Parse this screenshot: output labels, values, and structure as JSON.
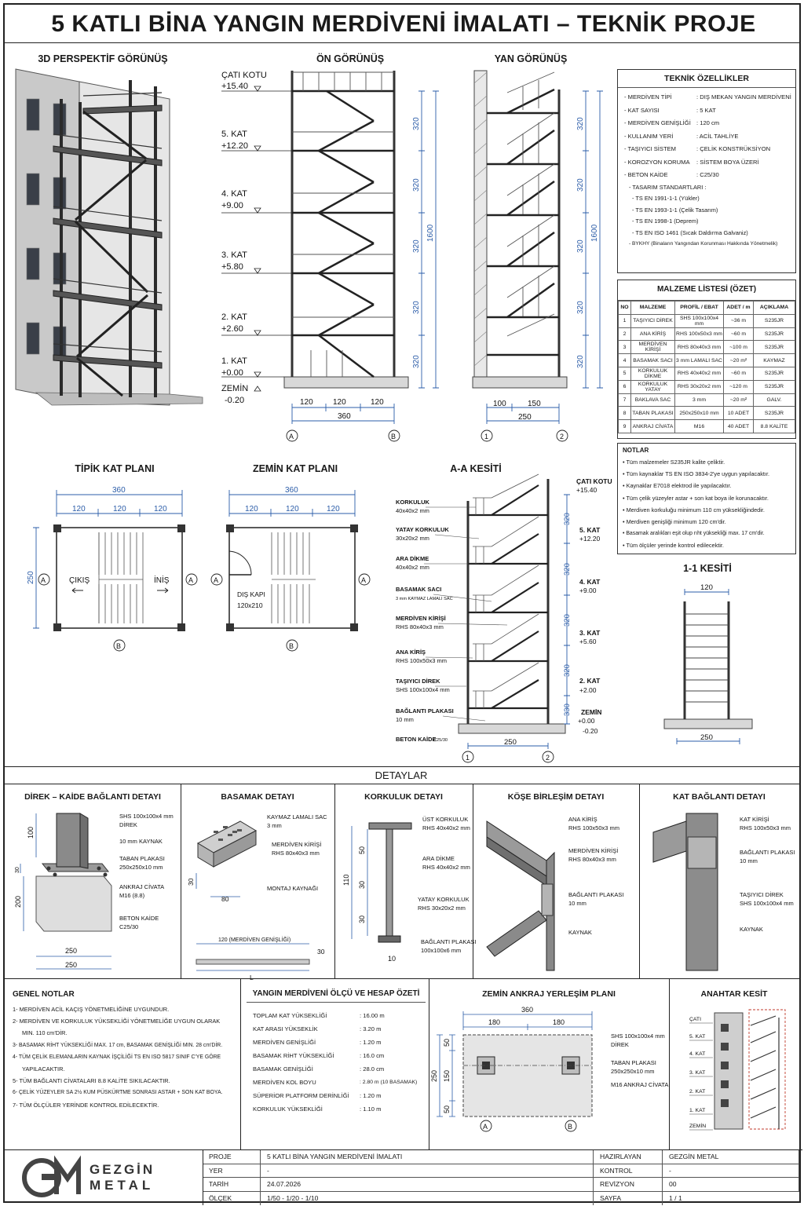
{
  "title": "5 KATLI BİNA YANGIN MERDİVENİ İMALATI – TEKNİK PROJE",
  "views": {
    "perspective": "3D PERSPEKTİF GÖRÜNÜŞ",
    "front": "ÖN GÖRÜNÜŞ",
    "side": "YAN GÖRÜNÜŞ",
    "typical_plan": "TİPİK KAT PLANI",
    "ground_plan": "ZEMİN KAT PLANI",
    "section_aa": "A-A KESİTİ",
    "section_11": "1-1 KESİTİ"
  },
  "levels": [
    {
      "name": "ÇATI KOTU",
      "elev": "+15.40"
    },
    {
      "name": "5. KAT",
      "elev": "+12.20"
    },
    {
      "name": "4. KAT",
      "elev": "+9.00"
    },
    {
      "name": "3. KAT",
      "elev": "+5.80"
    },
    {
      "name": "2. KAT",
      "elev": "+2.60"
    },
    {
      "name": "1. KAT",
      "elev": "+0.00"
    },
    {
      "name": "ZEMİN",
      "elev": "-0.20"
    }
  ],
  "section_levels": [
    {
      "name": "ÇATI KOTU",
      "elev": "+15.40"
    },
    {
      "name": "5. KAT",
      "elev": "+12.20"
    },
    {
      "name": "4. KAT",
      "elev": "+9.00"
    },
    {
      "name": "3. KAT",
      "elev": "+5.60"
    },
    {
      "name": "2. KAT",
      "elev": "+2.00"
    },
    {
      "name": "ZEMİN",
      "elev": "+0.00"
    },
    {
      "name": "",
      "elev": "-0.20"
    }
  ],
  "dims": {
    "floor": "320",
    "total": "1600",
    "front_bays": [
      "120",
      "120",
      "120"
    ],
    "front_total": "360",
    "side_bays": [
      "100",
      "150"
    ],
    "side_total": "250",
    "plan_depth": "250",
    "sec_bottom": "250",
    "sec11_width": "120",
    "sec11_bottom": "250",
    "sec_lowest": "330"
  },
  "axes": {
    "a": "A",
    "b": "B",
    "one": "1",
    "two": "2"
  },
  "plan_labels": {
    "exit": "ÇIKIŞ",
    "down": "İNİŞ",
    "door": "DIŞ KAPI",
    "door_size": "120x210"
  },
  "section_labels": [
    {
      "name": "KORKULUK",
      "spec": "40x40x2 mm"
    },
    {
      "name": "YATAY KORKULUK",
      "spec": "30x20x2 mm"
    },
    {
      "name": "ARA DİKME",
      "spec": "40x40x2 mm"
    },
    {
      "name": "BASAMAK SACI",
      "spec": "3 mm KAYMAZ LAMALI SAC"
    },
    {
      "name": "MERDİVEN KİRİŞİ",
      "spec": "RHS 80x40x3 mm"
    },
    {
      "name": "ANA KİRİŞ",
      "spec": "RHS 100x50x3 mm"
    },
    {
      "name": "TAŞIYICI DİREK",
      "spec": "SHS 100x100x4 mm"
    },
    {
      "name": "BAĞLANTI PLAKASI",
      "spec": "10 mm"
    },
    {
      "name": "BETON KAİDE",
      "spec": "C25/30"
    }
  ],
  "specs": {
    "title": "TEKNİK ÖZELLİKLER",
    "rows": [
      {
        "k": "MERDİVEN TİPİ",
        "v": ": DIŞ MEKAN YANGIN MERDİVENİ"
      },
      {
        "k": "KAT SAYISI",
        "v": ": 5 KAT"
      },
      {
        "k": "MERDİVEN GENİŞLİĞİ",
        "v": ": 120 cm"
      },
      {
        "k": "KULLANIM YERİ",
        "v": ": ACİL TAHLİYE"
      },
      {
        "k": "TAŞIYICI SİSTEM",
        "v": ": ÇELİK KONSTRÜKSİYON"
      },
      {
        "k": "KOROZYON KORUMA",
        "v": ": SİSTEM BOYA ÜZERİ"
      },
      {
        "k": "BETON KAİDE",
        "v": ": C25/30"
      }
    ],
    "std_title": "- TASARIM STANDARTLARI :",
    "standards": [
      "- TS EN 1991-1-1 (Yükler)",
      "- TS EN 1993-1-1 (Çelik Tasarım)",
      "- TS EN 1998-1 (Deprem)",
      "- TS EN ISO 1461 (Sıcak Daldırma Galvaniz)"
    ],
    "bykhy": "- BYKHY (Binaların Yangından Korunması Hakkında Yönetmelik)"
  },
  "materials": {
    "title": "MALZEME LİSTESİ (ÖZET)",
    "headers": [
      "NO",
      "MALZEME",
      "PROFİL / EBAT",
      "ADET / m",
      "AÇIKLAMA"
    ],
    "rows": [
      [
        "1",
        "TAŞIYICI DİREK",
        "SHS 100x100x4 mm",
        "~36 m",
        "S235JR"
      ],
      [
        "2",
        "ANA KİRİŞ",
        "RHS 100x50x3 mm",
        "~60 m",
        "S235JR"
      ],
      [
        "3",
        "MERDİVEN KİRİŞİ",
        "RHS 80x40x3 mm",
        "~100 m",
        "S235JR"
      ],
      [
        "4",
        "BASAMAK SACI",
        "3 mm LAMALI SAC",
        "~20 m²",
        "KAYMAZ"
      ],
      [
        "5",
        "KORKULUK DİKME",
        "RHS 40x40x2 mm",
        "~60 m",
        "S235JR"
      ],
      [
        "6",
        "KORKULUK YATAY",
        "RHS 30x20x2 mm",
        "~120 m",
        "S235JR"
      ],
      [
        "7",
        "BAKLAVA SAC",
        "3 mm",
        "~20 m²",
        "GALV."
      ],
      [
        "8",
        "TABAN PLAKASI",
        "250x250x10 mm",
        "10 ADET",
        "S235JR"
      ],
      [
        "9",
        "ANKRAJ CİVATA",
        "M16",
        "40 ADET",
        "8.8 KALİTE"
      ]
    ]
  },
  "notes": {
    "title": "NOTLAR",
    "items": [
      "Tüm malzemeler S235JR kalite çeliktir.",
      "Tüm kaynaklar TS EN ISO 3834-2'ye uygun yapılacaktır.",
      "Kaynaklar E7018 elektrod ile yapılacaktır.",
      "Tüm çelik yüzeyler astar + son kat boya ile korunacaktır.",
      "Merdiven korkuluğu minimum 110 cm yüksekliğindedir.",
      "Merdiven genişliği minimum 120 cm'dir.",
      "Basamak aralıkları eşit olup rıht yüksekliği max. 17 cm'dir.",
      "Tüm ölçüler yerinde kontrol edilecektir."
    ]
  },
  "details": {
    "title": "DETAYLAR",
    "d1": {
      "title": "DİREK – KAİDE BAĞLANTI DETAYI",
      "labels": [
        "SHS 100x100x4 mm",
        "DİREK",
        "10 mm KAYNAK",
        "TABAN PLAKASI",
        "250x250x10 mm",
        "ANKRAJ CİVATA",
        "M16 (8.8)",
        "BETON KAİDE",
        "C25/30"
      ],
      "dims": [
        "100",
        "30",
        "200",
        "250",
        "250"
      ]
    },
    "d2": {
      "title": "BASAMAK DETAYI",
      "labels": [
        "KAYMAZ LAMALI SAC",
        "3 mm",
        "MERDİVEN KİRİŞİ",
        "RHS 80x40x3 mm",
        "MONTAJ KAYNAĞI"
      ],
      "dims": [
        "30",
        "80",
        "120 (MERDİVEN GENİŞLİĞİ)",
        "30",
        "L"
      ]
    },
    "d3": {
      "title": "KORKULUK DETAYI",
      "labels": [
        "ÜST KORKULUK",
        "RHS 40x40x2 mm",
        "ARA DİKME",
        "RHS 40x40x2 mm",
        "YATAY KORKULUK",
        "RHS 30x20x2 mm",
        "BAĞLANTI PLAKASI",
        "100x100x6 mm"
      ],
      "dims": [
        "110",
        "50",
        "30",
        "30",
        "10"
      ]
    },
    "d4": {
      "title": "KÖŞE BİRLEŞİM DETAYI",
      "labels": [
        "ANA KİRİŞ",
        "RHS 100x50x3 mm",
        "MERDİVEN KİRİŞİ",
        "RHS 80x40x3 mm",
        "BAĞLANTI PLAKASI",
        "10 mm",
        "KAYNAK"
      ]
    },
    "d5": {
      "title": "KAT BAĞLANTI DETAYI",
      "labels": [
        "KAT KİRİŞİ",
        "RHS 100x50x3 mm",
        "BAĞLANTI PLAKASI",
        "10 mm",
        "TAŞIYICI DİREK",
        "SHS 100x100x4 mm",
        "KAYNAK"
      ]
    }
  },
  "general_notes": {
    "title": "GENEL NOTLAR",
    "items": [
      "1- MERDİVEN ACİL KAÇIŞ YÖNETMELİĞİNE UYGUNDUR.",
      "2- MERDİVEN VE KORKULUK YÜKSEKLİĞİ YÖNETMELİĞE UYGUN OLARAK",
      "MIN. 110 cm'DİR.",
      "3- BASAMAK RİHT YÜKSEKLİĞİ MAX. 17 cm, BASAMAK GENİŞLİĞİ MIN. 28 cm'DİR.",
      "4- TÜM ÇELİK ELEMANLARIN KAYNAK İŞÇİLİĞİ TS EN ISO 5817 SINIF C'YE GÖRE",
      "YAPILACAKTIR.",
      "5- TÜM BAĞLANTI CİVATALARI 8.8 KALİTE SIKILACAKTIR.",
      "6- ÇELİK YÜZEYLER SA 2½ KUM PÜSKÜRTME SONRASI ASTAR + SON KAT BOYA.",
      "7- TÜM ÖLÇÜLER YERİNDE KONTROL EDİLECEKTİR."
    ]
  },
  "calc": {
    "title": "YANGIN MERDİVENİ ÖLÇÜ VE HESAP ÖZETİ",
    "rows": [
      {
        "k": "TOPLAM KAT YÜKSEKLİĞİ",
        "v": ": 16.00 m"
      },
      {
        "k": "KAT ARASI YÜKSEKLİK",
        "v": ": 3.20 m"
      },
      {
        "k": "MERDİVEN GENİŞLİĞİ",
        "v": ": 1.20 m"
      },
      {
        "k": "BASAMAK RİHT YÜKSEKLİĞİ",
        "v": ": 16.0 cm"
      },
      {
        "k": "BASAMAK GENİŞLİĞİ",
        "v": ": 28.0 cm"
      },
      {
        "k": "MERDİVEN KOL BOYU",
        "v": ": 2.80 m (10 BASAMAK)"
      },
      {
        "k": "SÜPERİOR PLATFORM DERİNLİĞİ",
        "v": ": 1.20 m"
      },
      {
        "k": "KORKULUK YÜKSEKLİĞİ",
        "v": ": 1.10 m"
      }
    ]
  },
  "anchor_plan": {
    "title": "ZEMİN ANKRAJ YERLEŞİM PLANI",
    "dims": [
      "360",
      "180",
      "180",
      "250",
      "150",
      "50",
      "50"
    ],
    "labels": [
      "SHS 100x100x4 mm",
      "DİREK",
      "TABAN PLAKASI",
      "250x250x10 mm",
      "M16 ANKRAJ CİVATA"
    ]
  },
  "key_section": {
    "title": "ANAHTAR KESİT",
    "levels": [
      "ÇATI",
      "5. KAT",
      "4. KAT",
      "3. KAT",
      "2. KAT",
      "1. KAT",
      "ZEMİN"
    ]
  },
  "title_block": {
    "company_1": "GEZGİN",
    "company_2": "METAL",
    "proje_lbl": "PROJE",
    "proje": "5 KATLI BİNA YANGIN MERDİVENİ İMALATI",
    "yer_lbl": "YER",
    "yer": "-",
    "tarih_lbl": "TARİH",
    "tarih": "24.07.2026",
    "olcek_lbl": "ÖLÇEK",
    "olcek": "1/50 - 1/20 - 1/10",
    "hazirlayan_lbl": "HAZIRLAYAN",
    "hazirlayan": "GEZGİN METAL",
    "kontrol_lbl": "KONTROL",
    "kontrol": "-",
    "revizyon_lbl": "REVİZYON",
    "revizyon": "00",
    "sayfa_lbl": "SAYFA",
    "sayfa": "1 / 1"
  },
  "colors": {
    "dimension": "#2b5ca8",
    "line": "#222222",
    "concrete": "#d8d8d8"
  }
}
